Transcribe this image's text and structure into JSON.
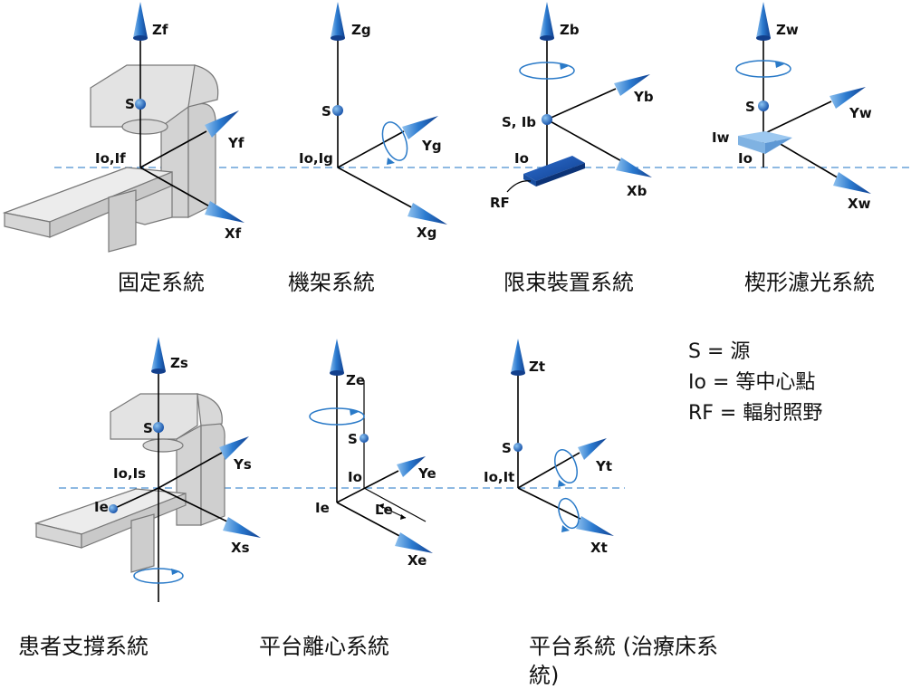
{
  "diagrams": [
    {
      "id": "fixed",
      "caption": "固定系統",
      "labels": {
        "z": "Zf",
        "y": "Yf",
        "x": "Xf",
        "source": "S",
        "origin": "Io,If"
      }
    },
    {
      "id": "gantry",
      "caption": "機架系統",
      "labels": {
        "z": "Zg",
        "y": "Yg",
        "x": "Xg",
        "source": "S",
        "origin": "Io,Ig"
      }
    },
    {
      "id": "limiting-device",
      "caption": "限束裝置系統",
      "labels": {
        "z": "Zb",
        "y": "Yb",
        "x": "Xb",
        "source": "S, Ib",
        "origin": "Io",
        "field": "RF"
      }
    },
    {
      "id": "wedge",
      "caption": "楔形濾光系統",
      "labels": {
        "z": "Zw",
        "y": "Yw",
        "x": "Xw",
        "source": "S",
        "origin": "Io",
        "wedge": "Iw"
      }
    },
    {
      "id": "patient-support",
      "caption": "患者支撐系統",
      "labels": {
        "z": "Zs",
        "y": "Ys",
        "x": "Xs",
        "source": "S",
        "origin": "Io,Is",
        "eccentric": "Ie"
      }
    },
    {
      "id": "eccentric",
      "caption": "平台離心系統",
      "labels": {
        "z": "Ze",
        "y": "Ye",
        "x": "Xe",
        "source": "S",
        "origin": "Io",
        "eccentric": "Ie",
        "distance": "Le"
      }
    },
    {
      "id": "tabletop",
      "caption_line1": "平台系統 (治療床系",
      "caption_line2": "統)",
      "labels": {
        "z": "Zt",
        "y": "Yt",
        "x": "Xt",
        "source": "S",
        "origin": "Io,It"
      }
    }
  ],
  "legend": [
    "S = 源",
    "Io = 等中心點",
    "RF = 輻射照野"
  ],
  "colors": {
    "arrow": "#1f5fb5",
    "arrow_light": "#4a90d9",
    "dashed_line": "#4a8fd0",
    "machine_gray": "#e3e3e3",
    "outline": "#777777"
  }
}
